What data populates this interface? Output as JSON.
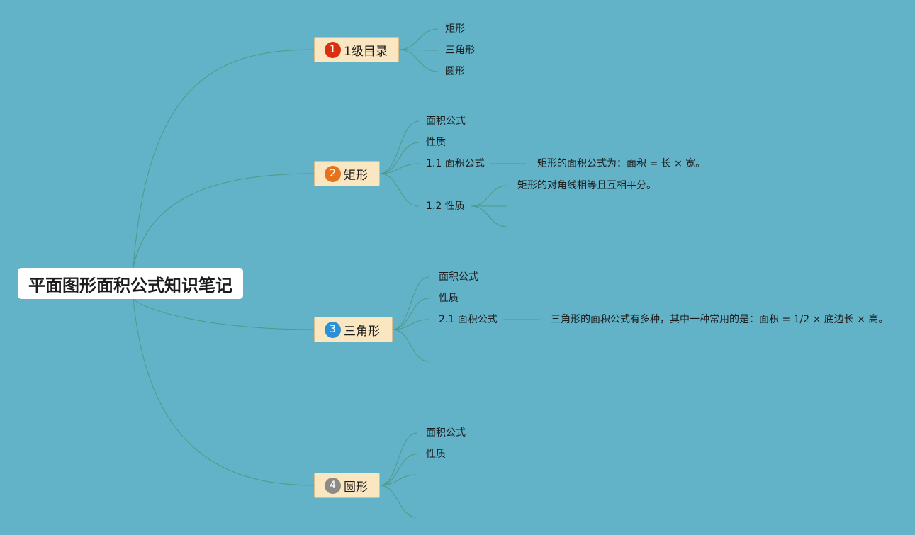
{
  "root": {
    "label": "平面图形面积公式知识笔记"
  },
  "line_color": "#4f9a86",
  "branches": [
    {
      "id": "b1",
      "number": "1",
      "label": "1级目录",
      "marker_color": "#d7310f",
      "children": [
        {
          "label": "矩形"
        },
        {
          "label": "三角形"
        },
        {
          "label": "圆形"
        }
      ]
    },
    {
      "id": "b2",
      "number": "2",
      "label": "矩形",
      "marker_color": "#e4731e",
      "children": [
        {
          "label": "面积公式"
        },
        {
          "label": "性质"
        },
        {
          "label": "1.1 面积公式",
          "children": [
            {
              "label": "矩形的面积公式为：面积 = 长 × 宽。"
            }
          ]
        },
        {
          "label": "1.2 性质",
          "children": [
            {
              "label": "矩形的对角线相等且互相平分。"
            },
            {
              "label": ""
            },
            {
              "label": ""
            }
          ]
        }
      ]
    },
    {
      "id": "b3",
      "number": "3",
      "label": "三角形",
      "marker_color": "#2a92d4",
      "children": [
        {
          "label": "面积公式"
        },
        {
          "label": "性质"
        },
        {
          "label": "2.1 面积公式",
          "children": [
            {
              "label": "三角形的面积公式有多种，其中一种常用的是：面积 = 1/2 × 底边长 × 高。"
            }
          ]
        },
        {
          "label": ""
        }
      ]
    },
    {
      "id": "b4",
      "number": "4",
      "label": "圆形",
      "marker_color": "#8e8a86",
      "children": [
        {
          "label": "面积公式"
        },
        {
          "label": "性质"
        },
        {
          "label": ""
        },
        {
          "label": ""
        }
      ]
    }
  ]
}
